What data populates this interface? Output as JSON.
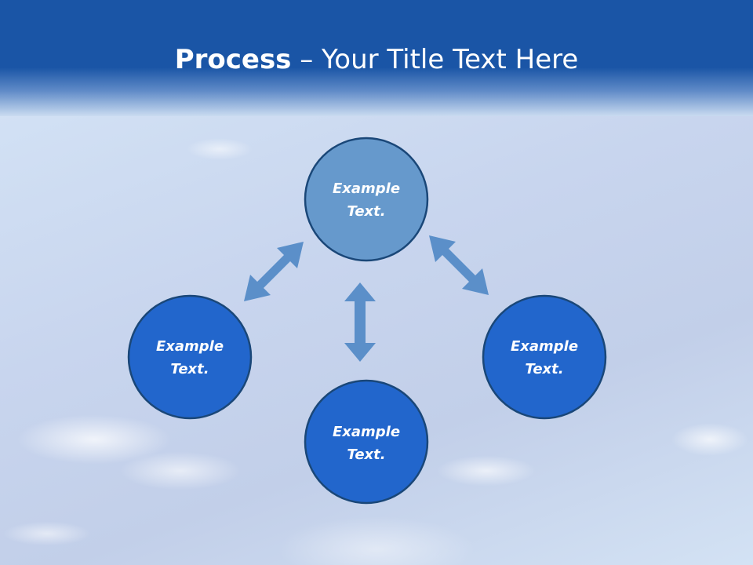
{
  "title": {
    "bold": "Process",
    "rest": " – Your Title Text Here"
  },
  "colors": {
    "header": "#1a55a6",
    "node_top_fill": "#6699cc",
    "node_fill": "#2266cc",
    "node_stroke": "#1a4778",
    "arrow": "#5b8fc9"
  },
  "nodes": [
    {
      "id": "top",
      "line1": "Example",
      "line2": "Text."
    },
    {
      "id": "left",
      "line1": "Example",
      "line2": "Text."
    },
    {
      "id": "right",
      "line1": "Example",
      "line2": "Text."
    },
    {
      "id": "bottom",
      "line1": "Example",
      "line2": "Text."
    }
  ]
}
